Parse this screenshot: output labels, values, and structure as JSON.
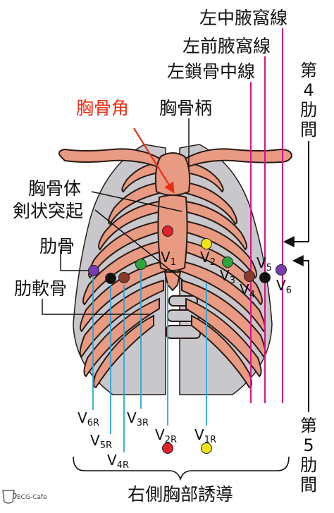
{
  "labels": {
    "left_midaxillary": "左中腋窩線",
    "left_anterior_axillary": "左前腋窩線",
    "left_midclavicular": "左鎖骨中線",
    "sternal_angle": "胸骨角",
    "manubrium": "胸骨柄",
    "sternum_body": "胸骨体",
    "xiphoid": "剣状突起",
    "rib": "肋骨",
    "costal_cartilage": "肋軟骨",
    "fourth_icsp_1": "第",
    "fourth_icsp_2": "4",
    "fourth_icsp_3": "肋",
    "fourth_icsp_4": "間",
    "fifth_icsp_1": "第",
    "fifth_icsp_2": "5",
    "fifth_icsp_3": "肋",
    "fifth_icsp_4": "間",
    "right_leads": "右側胸部誘導",
    "logo": "ECG-Cafe"
  },
  "leads": {
    "v1": {
      "main": "V",
      "sub": "1"
    },
    "v2": {
      "main": "V",
      "sub": "2"
    },
    "v3": {
      "main": "V",
      "sub": "3"
    },
    "v4": {
      "main": "V",
      "sub": "4"
    },
    "v5": {
      "main": "V",
      "sub": "5"
    },
    "v6": {
      "main": "V",
      "sub": "6"
    },
    "v2r": {
      "main": "V",
      "sub": "2R"
    },
    "v1r": {
      "main": "V",
      "sub": "1R"
    },
    "v3r": {
      "main": "V",
      "sub": "3R"
    },
    "v4r": {
      "main": "V",
      "sub": "4R"
    },
    "v5r": {
      "main": "V",
      "sub": "5R"
    },
    "v6r": {
      "main": "V",
      "sub": "6R"
    }
  },
  "colors": {
    "v1": "#e0202a",
    "v2": "#f2e21a",
    "v3": "#2aa83a",
    "v4": "#8a3a2a",
    "v5": "#111111",
    "v6": "#7a3ab0",
    "bone": "#e89a82",
    "bone_light": "#f0b8a4",
    "cartilage": "#c8c8cc",
    "midline": "#d4148a",
    "right_line": "#2aa6d8",
    "highlight": "#e83018",
    "outline": "#2a1a14"
  }
}
